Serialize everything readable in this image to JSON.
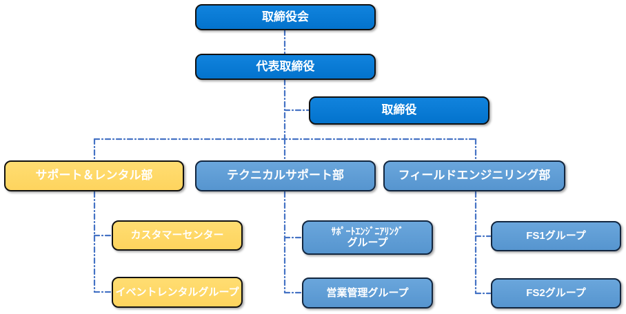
{
  "diagram": {
    "type": "org-chart",
    "nodes": {
      "board": {
        "label": "取締役会"
      },
      "ceo": {
        "label": "代表取締役"
      },
      "director": {
        "label": "取締役"
      },
      "support_rental_dept": {
        "label": "サポート＆レンタル部"
      },
      "technical_support_dept": {
        "label": "テクニカルサポート部"
      },
      "field_engineering_dept": {
        "label": "フィールドエンジニリング部"
      },
      "customer_center": {
        "label": "カスタマーセンター"
      },
      "event_rental_group": {
        "label": "イベントレンタルグループ"
      },
      "support_engineering_group": {
        "label_line1": "ｻﾎﾟｰﾄｴﾝｼﾞﾆｱﾘﾝｸﾞ",
        "label_line2": "グループ"
      },
      "sales_admin_group": {
        "label": "営業管理グループ"
      },
      "fs1_group": {
        "label": "FS1グループ"
      },
      "fs2_group": {
        "label": "FS2グループ"
      }
    },
    "edges": [
      {
        "from": "board",
        "to": "ceo"
      },
      {
        "from": "ceo",
        "to": "director"
      },
      {
        "from": "ceo",
        "to": "support_rental_dept"
      },
      {
        "from": "ceo",
        "to": "technical_support_dept"
      },
      {
        "from": "ceo",
        "to": "field_engineering_dept"
      },
      {
        "from": "support_rental_dept",
        "to": "customer_center"
      },
      {
        "from": "support_rental_dept",
        "to": "event_rental_group"
      },
      {
        "from": "technical_support_dept",
        "to": "support_engineering_group"
      },
      {
        "from": "technical_support_dept",
        "to": "sales_admin_group"
      },
      {
        "from": "field_engineering_dept",
        "to": "fs1_group"
      },
      {
        "from": "field_engineering_dept",
        "to": "fs2_group"
      }
    ],
    "colors": {
      "primary_blue": "#0778D4",
      "light_blue": "#5B9BD5",
      "yellow": "#FFD966",
      "connector_blue": "#4472C4",
      "text": "#FFFFFF"
    },
    "line_style": "dash-dot"
  }
}
